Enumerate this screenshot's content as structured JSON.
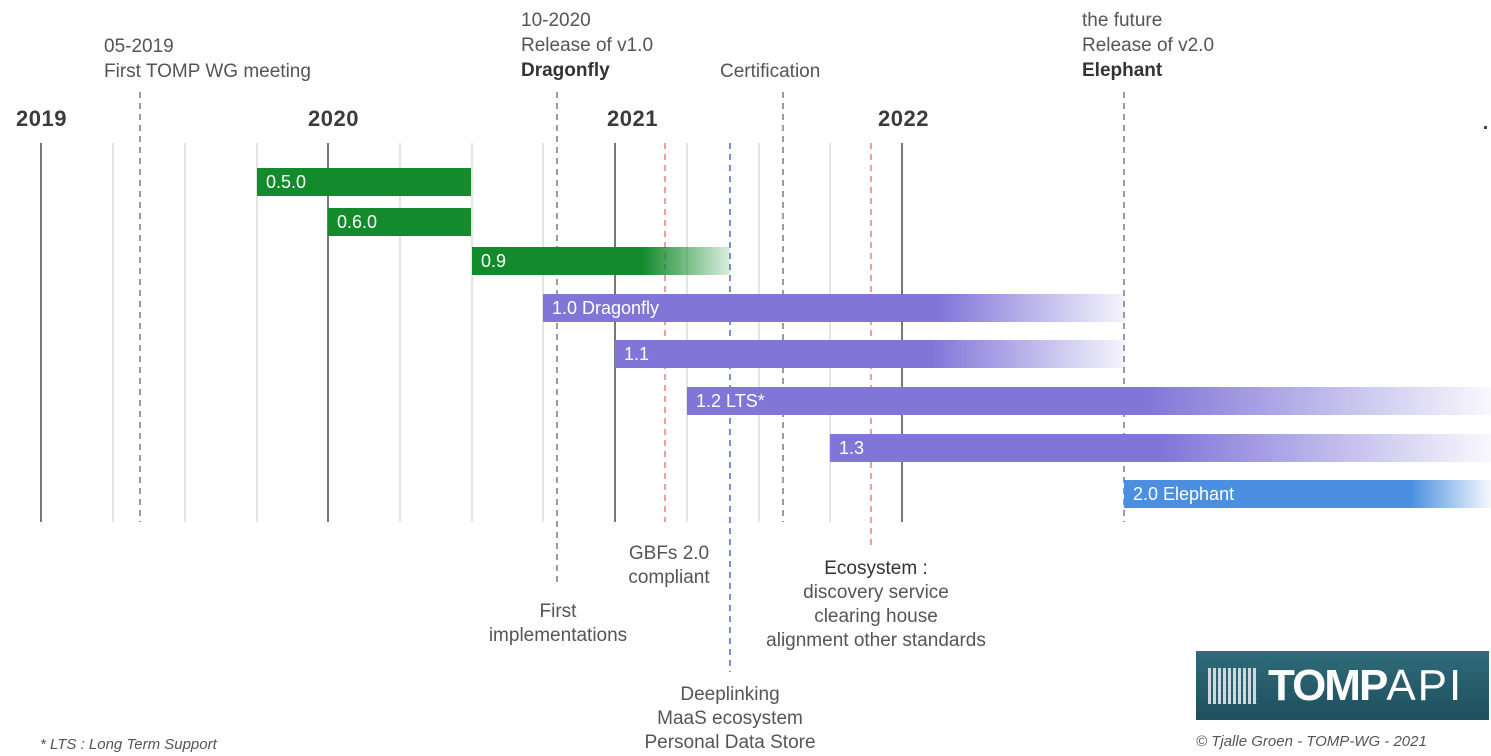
{
  "years": [
    "2019",
    "2020",
    "2021",
    "2022"
  ],
  "markers": {
    "first_meeting": {
      "date": "05-2019",
      "text": "First TOMP WG meeting"
    },
    "v1_release": {
      "date": "10-2020",
      "text": "Release of v1.0",
      "name": "Dragonfly"
    },
    "certification": {
      "text": "Certification"
    },
    "future": {
      "date": "the future",
      "text": "Release of v2.0",
      "name": "Elephant"
    }
  },
  "bars": [
    {
      "label": "0.5.0",
      "color": "#138a2c"
    },
    {
      "label": "0.6.0",
      "color": "#138a2c"
    },
    {
      "label": "0.9",
      "color": "#138a2c"
    },
    {
      "label": "1.0  Dragonfly",
      "color": "#8175d8"
    },
    {
      "label": "1.1",
      "color": "#8175d8"
    },
    {
      "label": "1.2  LTS*",
      "color": "#8175d8"
    },
    {
      "label": "1.3",
      "color": "#8175d8"
    },
    {
      "label": "2.0  Elephant",
      "color": "#4a8fe0"
    }
  ],
  "notes": {
    "first_impl": [
      "First",
      "implementations"
    ],
    "gbfs": [
      "GBFs 2.0",
      "compliant"
    ],
    "ecosystem": [
      "Ecosystem :",
      "discovery service",
      "clearing house",
      "alignment other standards"
    ],
    "deeplinking": [
      "Deeplinking",
      "MaaS ecosystem",
      "Personal Data Store"
    ]
  },
  "footnote": "* LTS : Long Term Support",
  "credit": "© Tjalle Groen - TOMP-WG - 2021",
  "logo": {
    "bold": "TOMP",
    "thin": "API"
  }
}
